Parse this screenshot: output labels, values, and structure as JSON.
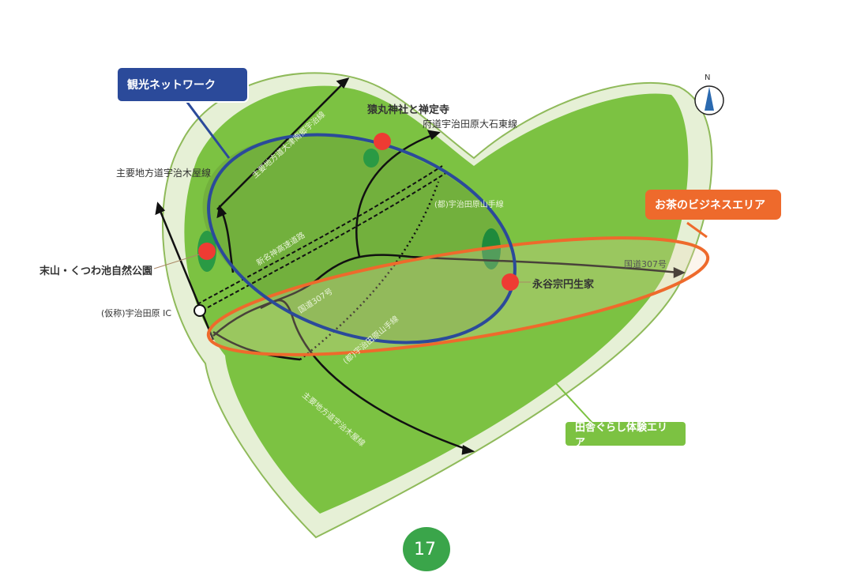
{
  "callouts": {
    "tourism_network": "観光ネットワーク",
    "tea_business_area": "お茶のビジネスエリア",
    "rural_life_area": "田舎ぐらし体験エリア"
  },
  "places": {
    "saruma_shrine": "猿丸神社と禅定寺",
    "suemyama_park": "末山・くつわ池自然公園",
    "nagatani_house": "永谷宗円生家",
    "interchange": "(仮称)宇治田原 IC"
  },
  "roads": {
    "prefectural_ishi": "府道宇治田原大石東線",
    "ujikoya": "主要地方道宇治木屋線",
    "route307": "国道307号",
    "route307_inner": "国道307号",
    "otsu": "主要地方道大津南郷宇治線",
    "shinmeishin": "新名神高速道路",
    "yamate": "(都)宇治田原山手線",
    "yamate2": "(都)宇治田原山手線",
    "ujikoya2": "主要地方道宇治木屋線"
  },
  "compass": "N",
  "page_number": "17",
  "colors": {
    "blue": "#2b4a9a",
    "orange": "#ee6a2c",
    "green": "#7cc242",
    "red": "#ee3b33"
  }
}
